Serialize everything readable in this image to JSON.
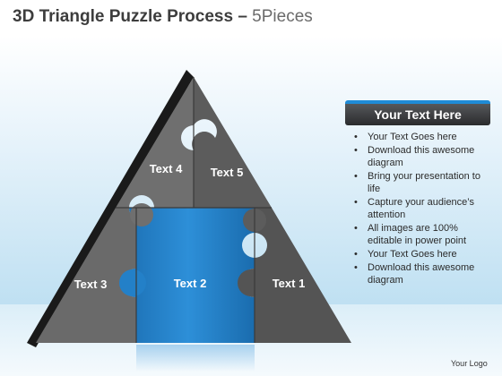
{
  "title": {
    "main": "3D Triangle Puzzle Process –",
    "sub": "5Pieces"
  },
  "pieces": [
    {
      "label": "Text 4",
      "color": "#6f6f6f"
    },
    {
      "label": "Text 5",
      "color": "#5c5c5c"
    },
    {
      "label": "Text 3",
      "color": "#6a6a6a"
    },
    {
      "label": "Text 2",
      "color": "#2380c8"
    },
    {
      "label": "Text 1",
      "color": "#545454"
    }
  ],
  "panel": {
    "heading": "Your Text Here",
    "accent": "#1f8bd6",
    "bullets": [
      "Your Text Goes here",
      "Download this awesome diagram",
      "Bring your presentation to life",
      "Capture your audience’s attention",
      "All images are 100% editable in power point",
      "Your Text Goes here",
      "Download this awesome diagram"
    ]
  },
  "footer": {
    "logo": "Your Logo"
  }
}
